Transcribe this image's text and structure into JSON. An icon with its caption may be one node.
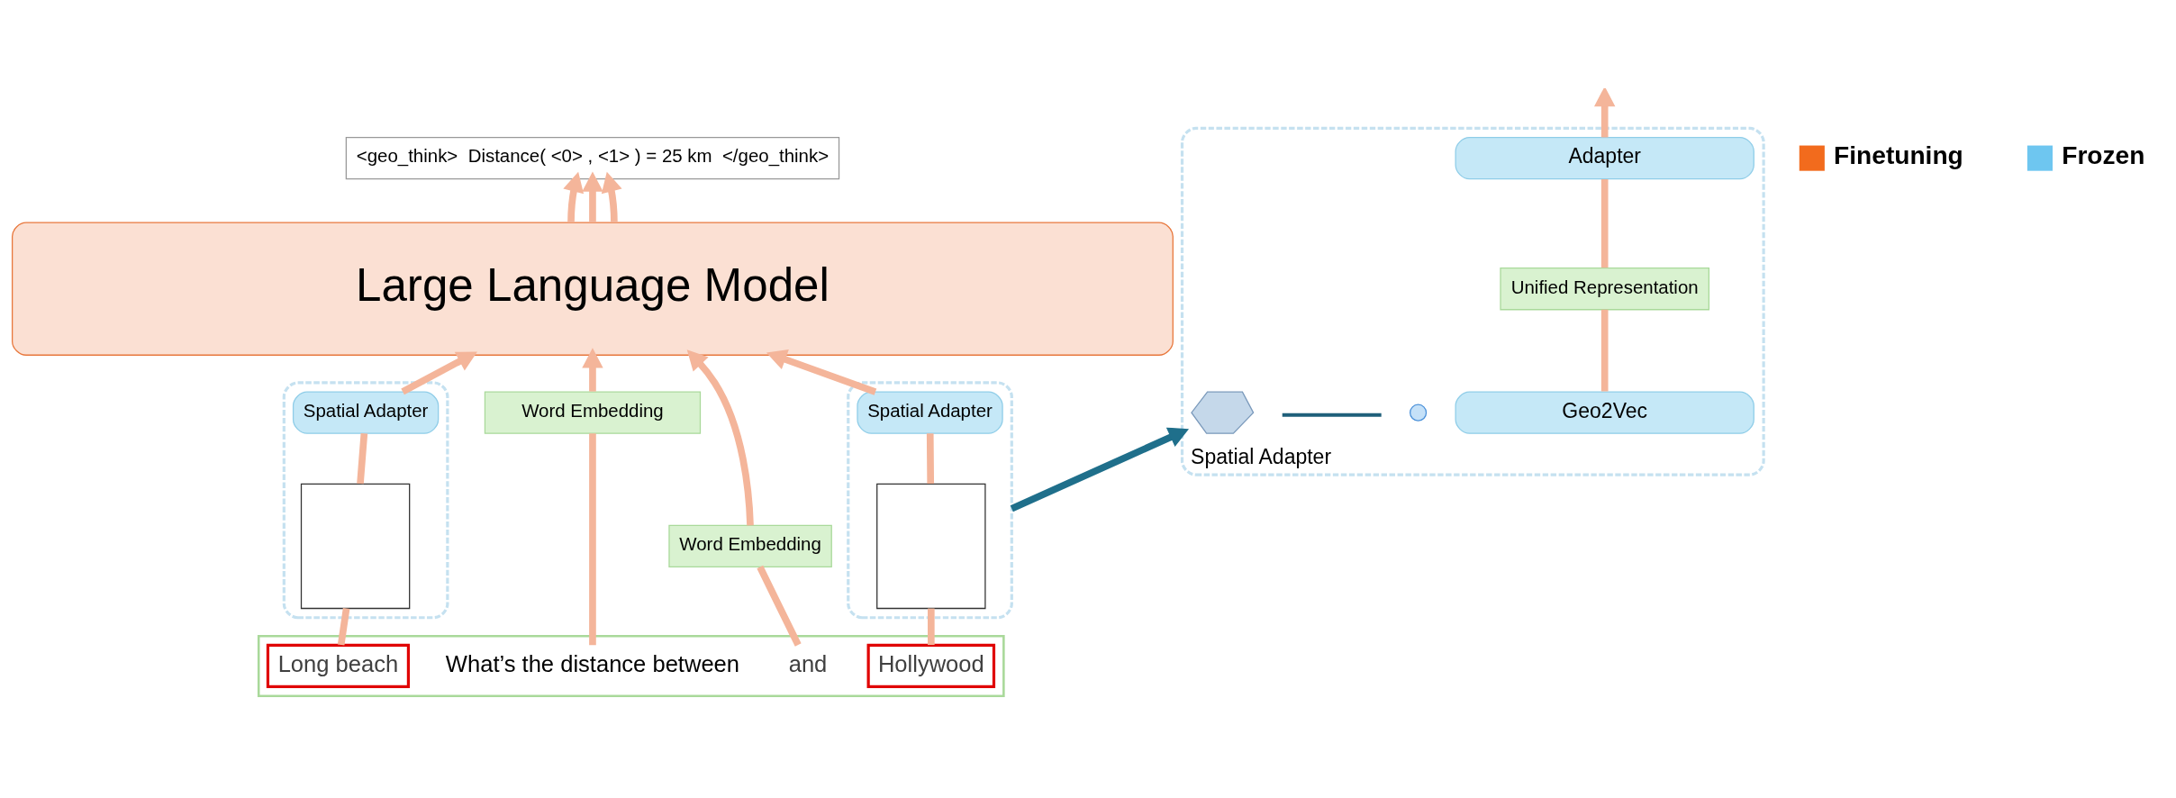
{
  "diagram": {
    "nodes": [
      {
        "text": [
          "Large Language Model"
        ]
      },
      {
        "text": [
          "<geo_think>  Distance( <0> , <1> ) = 25 km  </geo_think>"
        ]
      },
      {
        "text": [
          "Word Embedding"
        ]
      },
      {
        "text": [],
        "shape": "box"
      },
      {
        "text": [
          "Spatial Adapter"
        ],
        "in": 3
      },
      {
        "text": [],
        "shape": "box",
        "in": 3
      },
      {
        "text": [
          "Word Embedding"
        ]
      },
      {
        "text": [],
        "shape": "box"
      },
      {
        "text": [
          "Spatial Adapter"
        ],
        "in": 7
      },
      {
        "text": [],
        "shape": "box",
        "in": 7
      },
      {
        "text": [],
        "shape": "box"
      },
      {
        "text": [
          "What’s the distance between"
        ],
        "in": 10
      },
      {
        "text": [
          "Long beach"
        ],
        "in": 10
      },
      {
        "text": [
          "and"
        ],
        "in": 10
      },
      {
        "text": [
          "Hollywood"
        ],
        "in": 10
      },
      {
        "text": [
          "Spatial Adapter"
        ]
      },
      {
        "text": [
          "Adapter"
        ],
        "in": 15
      },
      {
        "text": [
          "Unified Representation"
        ],
        "in": 15
      },
      {
        "text": [
          "Geo2Vec"
        ],
        "in": 15
      },
      {
        "text": [],
        "shape": "circle",
        "in": 15
      },
      {
        "text": [],
        "shape": "line",
        "in": 15
      },
      {
        "text": [],
        "shape": "polygon",
        "in": 15
      }
    ],
    "edges": [
      {
        "from": 0,
        "to": 1,
        "arrow": "to"
      },
      {
        "from": 0,
        "to": 1,
        "arrow": "to"
      },
      {
        "from": 0,
        "to": 1,
        "arrow": "to"
      },
      {
        "from": 11,
        "to": 2,
        "arrow": "none"
      },
      {
        "from": 2,
        "to": 0,
        "arrow": "to"
      },
      {
        "from": 12,
        "to": 5,
        "arrow": "none"
      },
      {
        "from": 5,
        "to": 4,
        "arrow": "none"
      },
      {
        "from": 4,
        "to": 0,
        "arrow": "to"
      },
      {
        "from": 13,
        "to": 6,
        "arrow": "none"
      },
      {
        "from": 6,
        "to": 0,
        "arrow": "to"
      },
      {
        "from": 14,
        "to": 9,
        "arrow": "none"
      },
      {
        "from": 9,
        "to": 8,
        "arrow": "none"
      },
      {
        "from": 8,
        "to": 0,
        "arrow": "to"
      },
      {
        "from": 7,
        "to": 15,
        "arrow": "to",
        "color": "#1f6f8b"
      },
      {
        "from": 18,
        "to": 17,
        "arrow": "none"
      },
      {
        "from": 17,
        "to": 16,
        "arrow": "none"
      },
      {
        "from": 16,
        "to": null,
        "arrow": "to"
      }
    ],
    "legend": [
      {
        "text": "Finetuning"
      },
      {
        "text": "Frozen"
      }
    ]
  }
}
